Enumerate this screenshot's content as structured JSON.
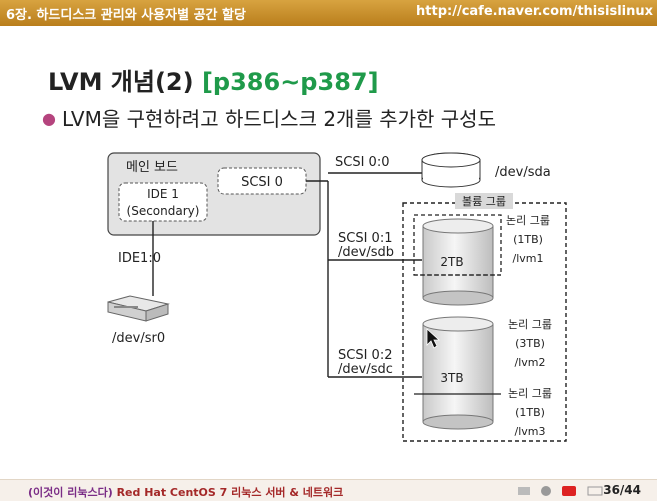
{
  "header": {
    "chapter": "6장. 하드디스크 관리와 사용자별 공간 할당",
    "url": "http://cafe.naver.com/thisislinux"
  },
  "slide": {
    "title_main": "LVM 개념(2) ",
    "title_pages": "[p386~p387]",
    "bullet": "LVM을 구현하려고 하드디스크 2개를 추가한 구성도"
  },
  "diagram": {
    "mainboard_label": "메인 보드",
    "ide_line1": "IDE 1",
    "ide_line2": "(Secondary)",
    "scsi_box": "SCSI 0",
    "ide_conn": "IDE1:0",
    "cdrom_device": "/dev/sr0",
    "scsi00": "SCSI 0:0",
    "sda_device": "/dev/sda",
    "volume_group": "볼륨 그룹",
    "scsi01_line1": "SCSI 0:1",
    "scsi01_line2": "/dev/sdb",
    "disk1_size": "2TB",
    "scsi02_line1": "SCSI 0:2",
    "scsi02_line2": "/dev/sdc",
    "disk2_size": "3TB",
    "lv1": {
      "label": "논리 그룹",
      "size": "(1TB)",
      "name": "/lvm1"
    },
    "lv2": {
      "label": "논리 그룹",
      "size": "(3TB)",
      "name": "/lvm2"
    },
    "lv3": {
      "label": "논리 그룹",
      "size": "(1TB)",
      "name": "/lvm3"
    }
  },
  "footer": {
    "book_prefix": "(이것이 리눅스다)",
    "book_title": " Red Hat CentOS 7 리눅스 서버 & 네트워크",
    "page": "36/44"
  },
  "colors": {
    "header_bg": "#c48a28",
    "title_pages": "#1f9a4a",
    "bullet_dot": "#b5447e",
    "footer_book": "#7a2c86"
  }
}
